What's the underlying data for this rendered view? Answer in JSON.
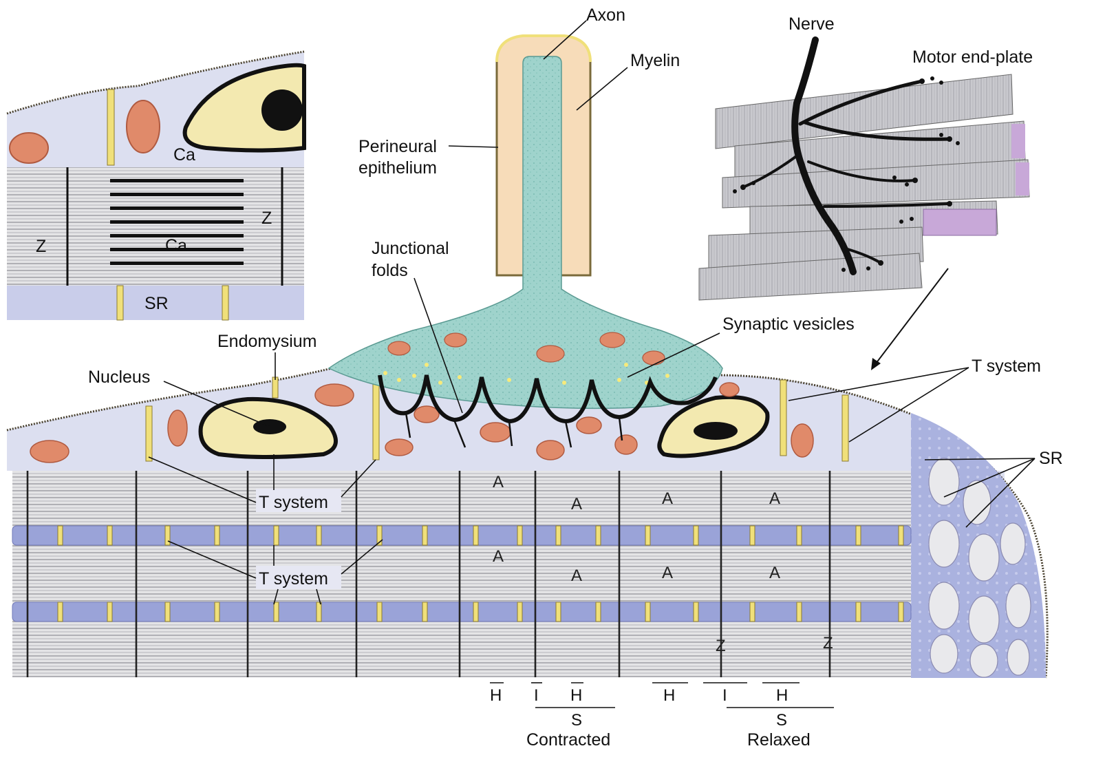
{
  "labels": {
    "axon": "Axon",
    "myelin": "Myelin",
    "perineural_1": "Perineural",
    "perineural_2": "epithelium",
    "nerve": "Nerve",
    "motor_end_plate": "Motor end-plate",
    "junctional_1": "Junctional",
    "junctional_2": "folds",
    "synaptic_vesicles": "Synaptic vesicles",
    "endomysium": "Endomysium",
    "nucleus": "Nucleus",
    "t_system_right": "T system",
    "t_system_upper": "T system",
    "t_system_lower": "T system",
    "sr_right": "SR",
    "inset_ca_top": "Ca",
    "inset_ca_mid": "Ca",
    "inset_z_left": "Z",
    "inset_z_right": "Z",
    "inset_sr": "SR",
    "a_band": "A",
    "z_line": "Z",
    "h_zone": "H",
    "i_band": "I",
    "sarcomere": "S",
    "contracted": "Contracted",
    "relaxed": "Relaxed"
  },
  "colors": {
    "sarcoplasm": "#dcdff0",
    "sr_tubule": "#9aa3d8",
    "axoplasm": "#9fd3cc",
    "myelin": "#f7dcb9",
    "mitochondria": "#e08a6a",
    "nucleus": "#f3e9b0",
    "t_tubule": "#f0e07a",
    "myofibril": "#d8d8d8",
    "fiber": "#c4c4c8",
    "fiber_end": "#c8a8d8"
  }
}
